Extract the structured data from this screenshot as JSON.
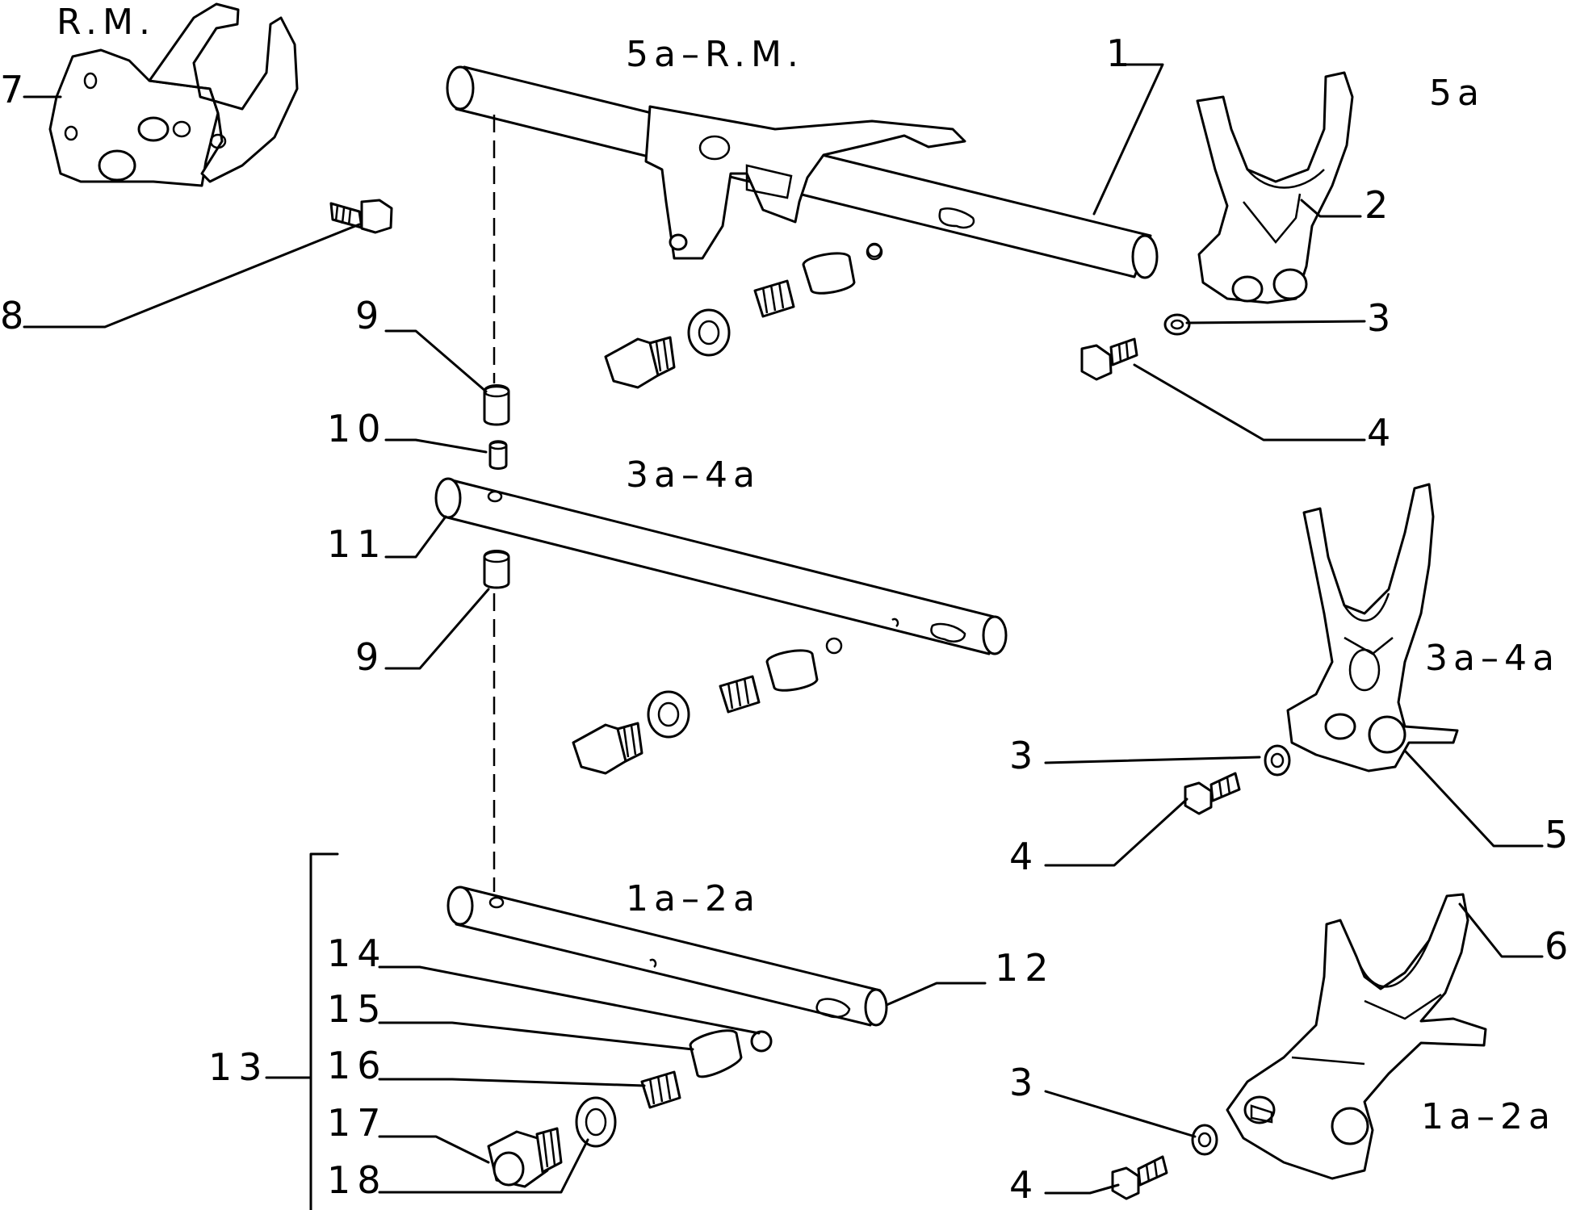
{
  "captions": {
    "rm": "R.M.",
    "fifth_rm": "5a–R.M.",
    "fifth": "5a",
    "third_fourth_rod": "3a–4a",
    "third_fourth_fork": "3a–4a",
    "first_second_rod": "1a–2a",
    "first_second_fork": "1a–2a"
  },
  "callouts": {
    "c1": "1",
    "c2": "2",
    "c3a": "3",
    "c4a": "4",
    "c3b": "3",
    "c4b": "4",
    "c5": "5",
    "c3c": "3",
    "c4c": "4",
    "c6": "6",
    "c7": "7",
    "c8": "8",
    "c9a": "9",
    "c10": "10",
    "c11": "11",
    "c9b": "9",
    "c12": "12",
    "c13": "13",
    "c14": "14",
    "c15": "15",
    "c16": "16",
    "c17": "17",
    "c18": "18"
  }
}
